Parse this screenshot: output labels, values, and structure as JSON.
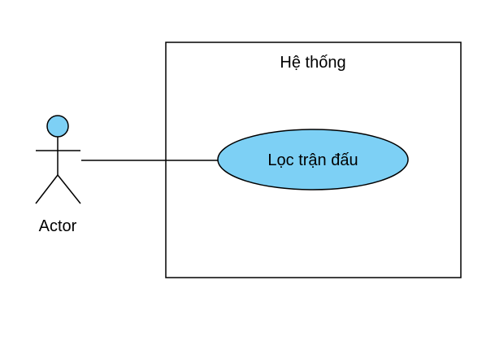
{
  "system": {
    "label": "Hệ thống"
  },
  "actor": {
    "label": "Actor"
  },
  "use_case": {
    "label": "Lọc trận đấu"
  },
  "colors": {
    "fill": "#7dd0f5",
    "stroke": "#000000",
    "background": "#ffffff"
  }
}
